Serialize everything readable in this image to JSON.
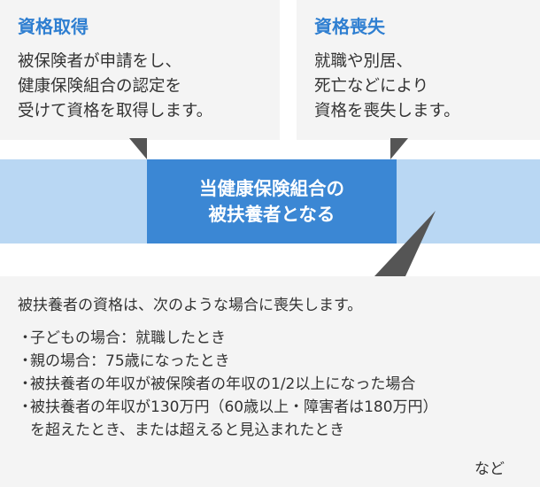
{
  "acquire": {
    "title": "資格取得",
    "lines": [
      "被保険者が申請をし、",
      "健康保険組合の認定を",
      "受けて資格を取得します。"
    ]
  },
  "loss": {
    "title": "資格喪失",
    "lines": [
      "就職や別居、",
      "死亡などにより",
      "資格を喪失します。"
    ]
  },
  "center": {
    "lines": [
      "当健康保険組合の",
      "被扶養者となる"
    ]
  },
  "note": {
    "lead": "被扶養者の資格は、次のような場合に喪失します。",
    "bullet": "・",
    "items": [
      "子どもの場合：就職したとき",
      "親の場合：75歳になったとき",
      "被扶養者の年収が被保険者の年収の1/2以上になった場合",
      "被扶養者の年収が130万円（60歳以上・障害者は180万円）",
      "を超えたとき、または超えると見込まれたとき"
    ],
    "etc": "など"
  },
  "colors": {
    "accent": "#2f7fd1",
    "center_fill": "#3b87d4",
    "band_fill": "#b9d7f3",
    "box_fill": "#f4f4f4",
    "pointer_fill": "#555555"
  }
}
